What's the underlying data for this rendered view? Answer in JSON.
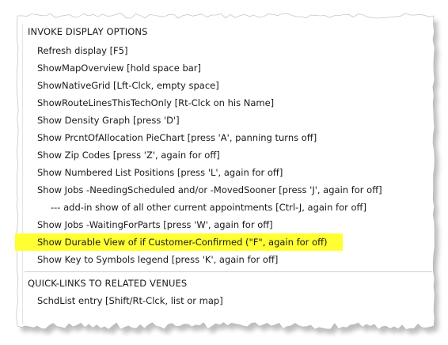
{
  "colors": {
    "background": "#ffffff",
    "highlight": "#ffff33",
    "text": "#1a1a1a",
    "separator": "#cfcfcf",
    "shadow": "#888888"
  },
  "menu": {
    "sections": [
      {
        "heading": "INVOKE DISPLAY OPTIONS",
        "items": [
          {
            "label": "Refresh display [F5]",
            "indented": false,
            "highlighted": false
          },
          {
            "label": "ShowMapOverview [hold space bar]",
            "indented": false,
            "highlighted": false
          },
          {
            "label": "ShowNativeGrid [Lft-Clck, empty space]",
            "indented": false,
            "highlighted": false
          },
          {
            "label": "ShowRouteLinesThisTechOnly [Rt-Clck on his Name]",
            "indented": false,
            "highlighted": false
          },
          {
            "label": "Show Density Graph [press 'D']",
            "indented": false,
            "highlighted": false
          },
          {
            "label": "Show PrcntOfAllocation PieChart [press 'A', panning turns off]",
            "indented": false,
            "highlighted": false
          },
          {
            "label": "Show Zip Codes [press 'Z', again for off]",
            "indented": false,
            "highlighted": false
          },
          {
            "label": "Show Numbered List Positions [press 'L', again for off]",
            "indented": false,
            "highlighted": false
          },
          {
            "label": "Show Jobs -NeedingScheduled and/or -MovedSooner [press 'J', again for off]",
            "indented": false,
            "highlighted": false
          },
          {
            "label": "--- add-in show of all other current appointments [Ctrl-J, again for off]",
            "indented": true,
            "highlighted": false
          },
          {
            "label": "Show Jobs -WaitingForParts  [press 'W', again for off]",
            "indented": false,
            "highlighted": false
          },
          {
            "label": "Show Durable View of if Customer-Confirmed (\"F\", again for off)",
            "indented": false,
            "highlighted": true
          },
          {
            "label": "Show Key to Symbols legend [press 'K', again for off]",
            "indented": false,
            "highlighted": false
          }
        ]
      },
      {
        "heading": "QUICK-LINKS TO RELATED VENUES",
        "items": [
          {
            "label": "SchdList entry [Shift/Rt-Clck, list or map]",
            "indented": false,
            "highlighted": false
          }
        ]
      }
    ]
  }
}
